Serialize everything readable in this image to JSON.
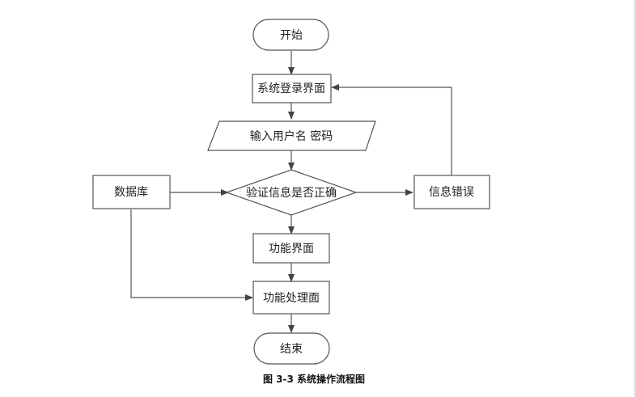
{
  "nodes": {
    "start": "开始",
    "login_screen": "系统登录界面",
    "input_credentials": "输入用户名 密码",
    "verify": "验证信息是否正确",
    "database": "数据库",
    "error": "信息错误",
    "function_screen": "功能界面",
    "function_processing": "功能处理面",
    "end": "结束"
  },
  "caption": "图 3-3 系统操作流程图"
}
